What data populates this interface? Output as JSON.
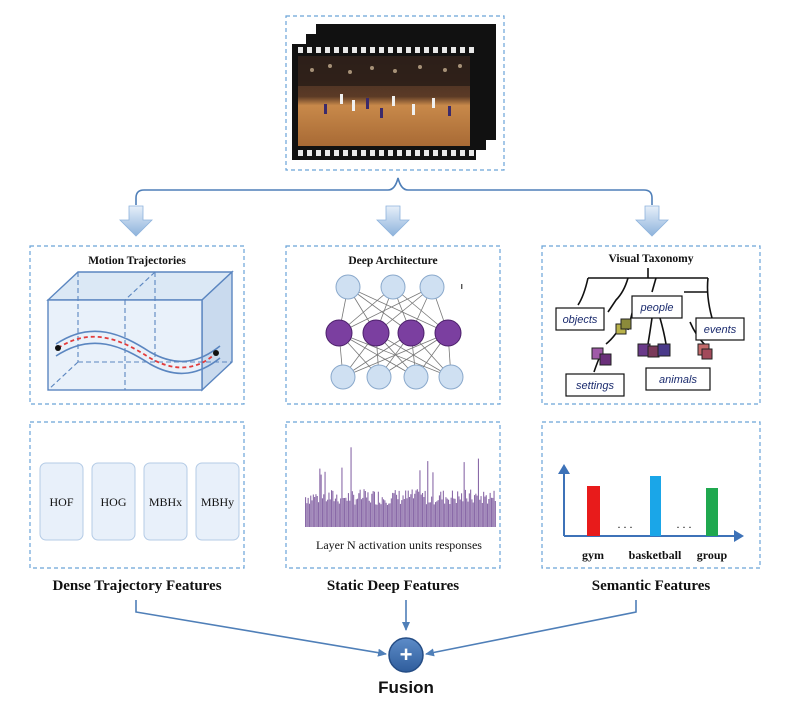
{
  "branches": {
    "motion": {
      "panel_title": "Motion Trajectories",
      "descriptors": [
        "HOF",
        "HOG",
        "MBHx",
        "MBHy"
      ],
      "feature_label": "Dense Trajectory Features"
    },
    "deep": {
      "panel_title": "Deep Architecture",
      "activation_caption": "Layer N activation units responses",
      "feature_label": "Static Deep Features"
    },
    "semantic": {
      "panel_title": "Visual Taxonomy",
      "taxonomy_nodes": [
        "objects",
        "people",
        "events",
        "settings",
        "animals"
      ],
      "chart_categories": [
        "gym",
        "basketball",
        "group"
      ],
      "chart_ellipsis": ". . .",
      "feature_label": "Semantic Features"
    }
  },
  "fusion": {
    "symbol": "+",
    "label": "Fusion"
  },
  "colors": {
    "box_border": "#6aa3d8",
    "arrow_blue": "#4f7fb8",
    "neuron_purple": "#7b3fa0",
    "neuron_light": "#cfe0f2",
    "activation_purple": "#8a6aa8",
    "bar_gym": "#e81b1b",
    "bar_basketball": "#1aa6e8",
    "bar_group": "#1fa84f",
    "fusion_fill": "#3d6fb0"
  }
}
